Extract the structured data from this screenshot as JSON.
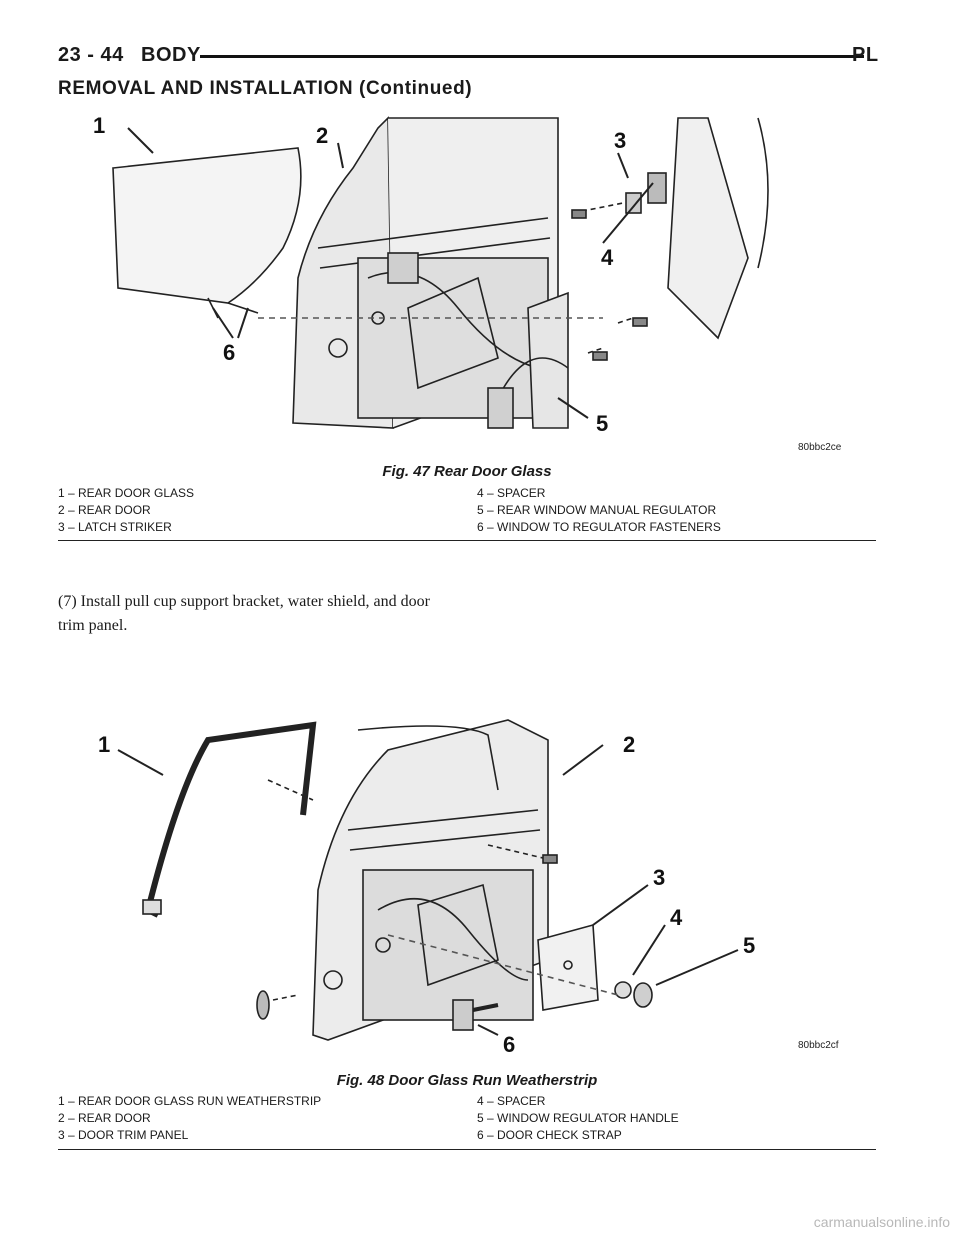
{
  "header": {
    "page_number": "23 - 44",
    "section": "BODY",
    "model": "PL"
  },
  "continued_heading": "REMOVAL AND INSTALLATION (Continued)",
  "figures": [
    {
      "title": "Fig. 47 Rear Door Glass",
      "code": "80bbc2ce",
      "callouts": [
        "1",
        "2",
        "3",
        "4",
        "5",
        "6"
      ],
      "legend_left": [
        "1 – REAR DOOR GLASS",
        "2 – REAR DOOR",
        "3 – LATCH STRIKER"
      ],
      "legend_right": [
        "4 – SPACER",
        "5 – REAR WINDOW MANUAL REGULATOR",
        "6 – WINDOW TO REGULATOR FASTENERS"
      ]
    },
    {
      "title": "Fig. 48 Door Glass Run Weatherstrip",
      "code": "80bbc2cf",
      "callouts": [
        "1",
        "2",
        "3",
        "4",
        "5",
        "6"
      ],
      "legend_left": [
        "1 – REAR DOOR GLASS RUN WEATHERSTRIP",
        "2 – REAR DOOR",
        "3 – DOOR TRIM PANEL"
      ],
      "legend_right": [
        "4 – SPACER",
        "5 – WINDOW REGULATOR HANDLE",
        "6 – DOOR CHECK STRAP"
      ]
    }
  ],
  "body_text": "(7) Install pull cup support bracket, water shield, and door trim panel.",
  "footer": "carmanualsonline.info"
}
